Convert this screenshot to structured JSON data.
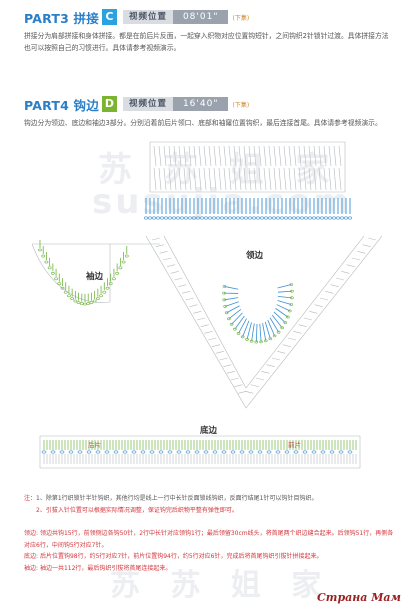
{
  "part3": {
    "title": "PART3 拼接",
    "badge": "C",
    "video_label": "视频位置",
    "video_time": "08'01\"",
    "video_tail": "(下集)",
    "text": "拼接分为肩部拼接和身体拼接。都是在前后片反面，一起穿入织物对应位置钩短针，之间钩织2针锁针过渡。具体拼接方法也可以按照自己的习惯进行。具体请参考视频演示。"
  },
  "part4": {
    "title": "PART4 钩边",
    "badge": "D",
    "video_label": "视频位置",
    "video_time": "16'40\"",
    "video_tail": "(下集)",
    "text": "钩边分为领边、底边和袖边3部分。分别沿着前后片领口、底部和袖窿位置钩织，最后连接首尾。具体请参考视频演示。"
  },
  "diagram": {
    "sleeve_label": "袖边",
    "collar_label": "领边",
    "bottom_label": "底边",
    "back_label": "后片",
    "front_label": "前片"
  },
  "notes": {
    "prefix": "注：",
    "n1": "1、除第1行织锁针半针钩织，其他行均是线上一行中长针反面锁线钩织，反面行结尾1针可以钩针目钩织。",
    "n2": "2、引拔入针位置可以根据实际情况调整，保证钩完后织物平整有弹性即可。",
    "collar_lbl": "领边:",
    "collar_text": "领边共钩15行，前领侧边各钩50针，2行中长针对应领钩1行；最后领留30cm线头，将首尾两个织边缝合起来。后领钩51行，再侧各对应6行，中间钩5行对应7针。",
    "bottom_lbl": "底边:",
    "bottom_text": "后片位置钩98行，约5行对应7针，前片位置钩94行，约5行对应6针，完成后将首尾钩织引拔针拼接起来。",
    "sleeve_lbl": "袖边:",
    "sleeve_text": "袖边一共112行，最后钩织引拔将首尾连接起来。"
  },
  "watermark": {
    "line1": "苏 苏 姐 家",
    "line2": "susujia.com",
    "line3": "苏 苏 姐 家"
  },
  "logo": {
    "text": "Страна Мам"
  },
  "colors": {
    "part_blue": "#2a7fc8",
    "badge_c": "#2aa2e0",
    "badge_d": "#7bb431",
    "note_red": "#d2343a",
    "stitch_blue": "#3a8fd4",
    "stitch_green": "#6fb53e",
    "stitch_gray": "#b5b9be"
  }
}
